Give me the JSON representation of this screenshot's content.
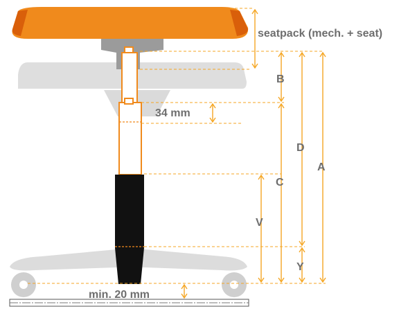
{
  "labels": {
    "seatpack": "seatpack (mech. + seat)",
    "b": "B",
    "d": "D",
    "a": "A",
    "gap": "34 mm",
    "c": "C",
    "v": "V",
    "y": "Y",
    "floor": "min. 20 mm"
  },
  "colors": {
    "seat_orange": "#f08a1c",
    "seat_dark": "#d95f0a",
    "annotation": "#f5a623",
    "gray_part": "#d9d9d9",
    "mechanism": "#9b9b9b",
    "cylinder": "#111111",
    "text": "#6e6e6e"
  }
}
